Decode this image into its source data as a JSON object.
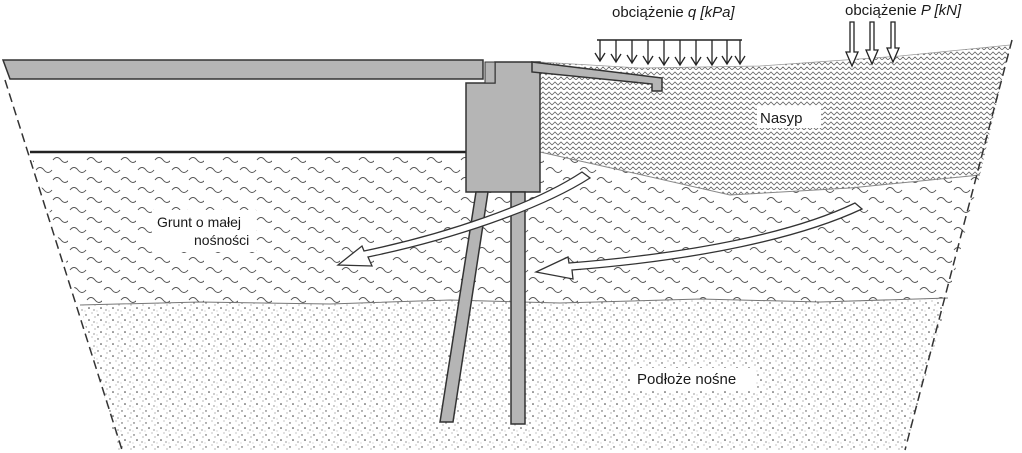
{
  "labels": {
    "load_q_prefix": "obciążenie ",
    "load_q_symbol": "q [kPa]",
    "load_p_prefix": "obciążenie ",
    "load_p_symbol": "P [kN]",
    "embankment": "Nasyp",
    "weak_soil_line1": "Grunt o małej",
    "weak_soil_line2": "nośności",
    "bearing_ground": "Podłoże nośne"
  },
  "colors": {
    "structure_gray": "#b5b5b5",
    "outline": "#3a3a3a",
    "background": "#ffffff"
  }
}
